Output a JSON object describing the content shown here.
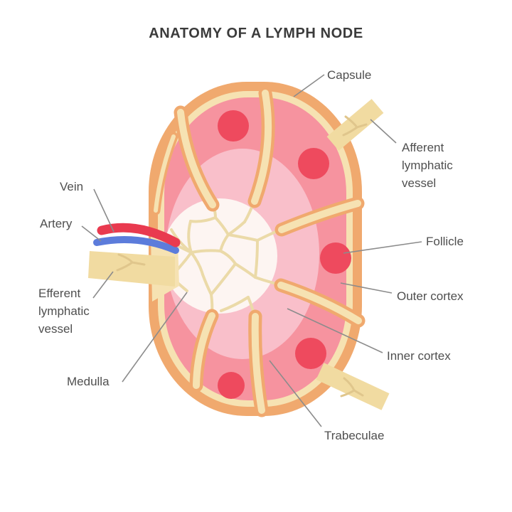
{
  "title": "ANATOMY OF A LYMPH NODE",
  "labels": {
    "capsule": "Capsule",
    "afferent_lymphatic_vessel": "Afferent\nlymphatic\nvessel",
    "follicle": "Follicle",
    "outer_cortex": "Outer cortex",
    "inner_cortex": "Inner cortex",
    "trabeculae": "Trabeculae",
    "medulla": "Medulla",
    "vein": "Vein",
    "artery": "Artery",
    "efferent_lymphatic_vessel": "Efferent\nlymphatic\nvessel"
  },
  "colors": {
    "capsule_orange": "#F0A96E",
    "capsule_lining_cream": "#F6E2B2",
    "outer_cortex_pink": "#F6939F",
    "inner_cortex_pink": "#F9BFCA",
    "medulla_white": "#FDF5F2",
    "medullary_cords_cream": "#EBDAA8",
    "follicle_red": "#EE4A5E",
    "vein_red": "#E93A4F",
    "artery_blue": "#5C7CDB",
    "lymph_vessel_cream": "#F1DBA1",
    "valve_line_cream": "#E0C68C",
    "leader_line_gray": "#8C8C8C",
    "title_text": "#3B3B3B",
    "label_text": "#4F4F4F"
  }
}
